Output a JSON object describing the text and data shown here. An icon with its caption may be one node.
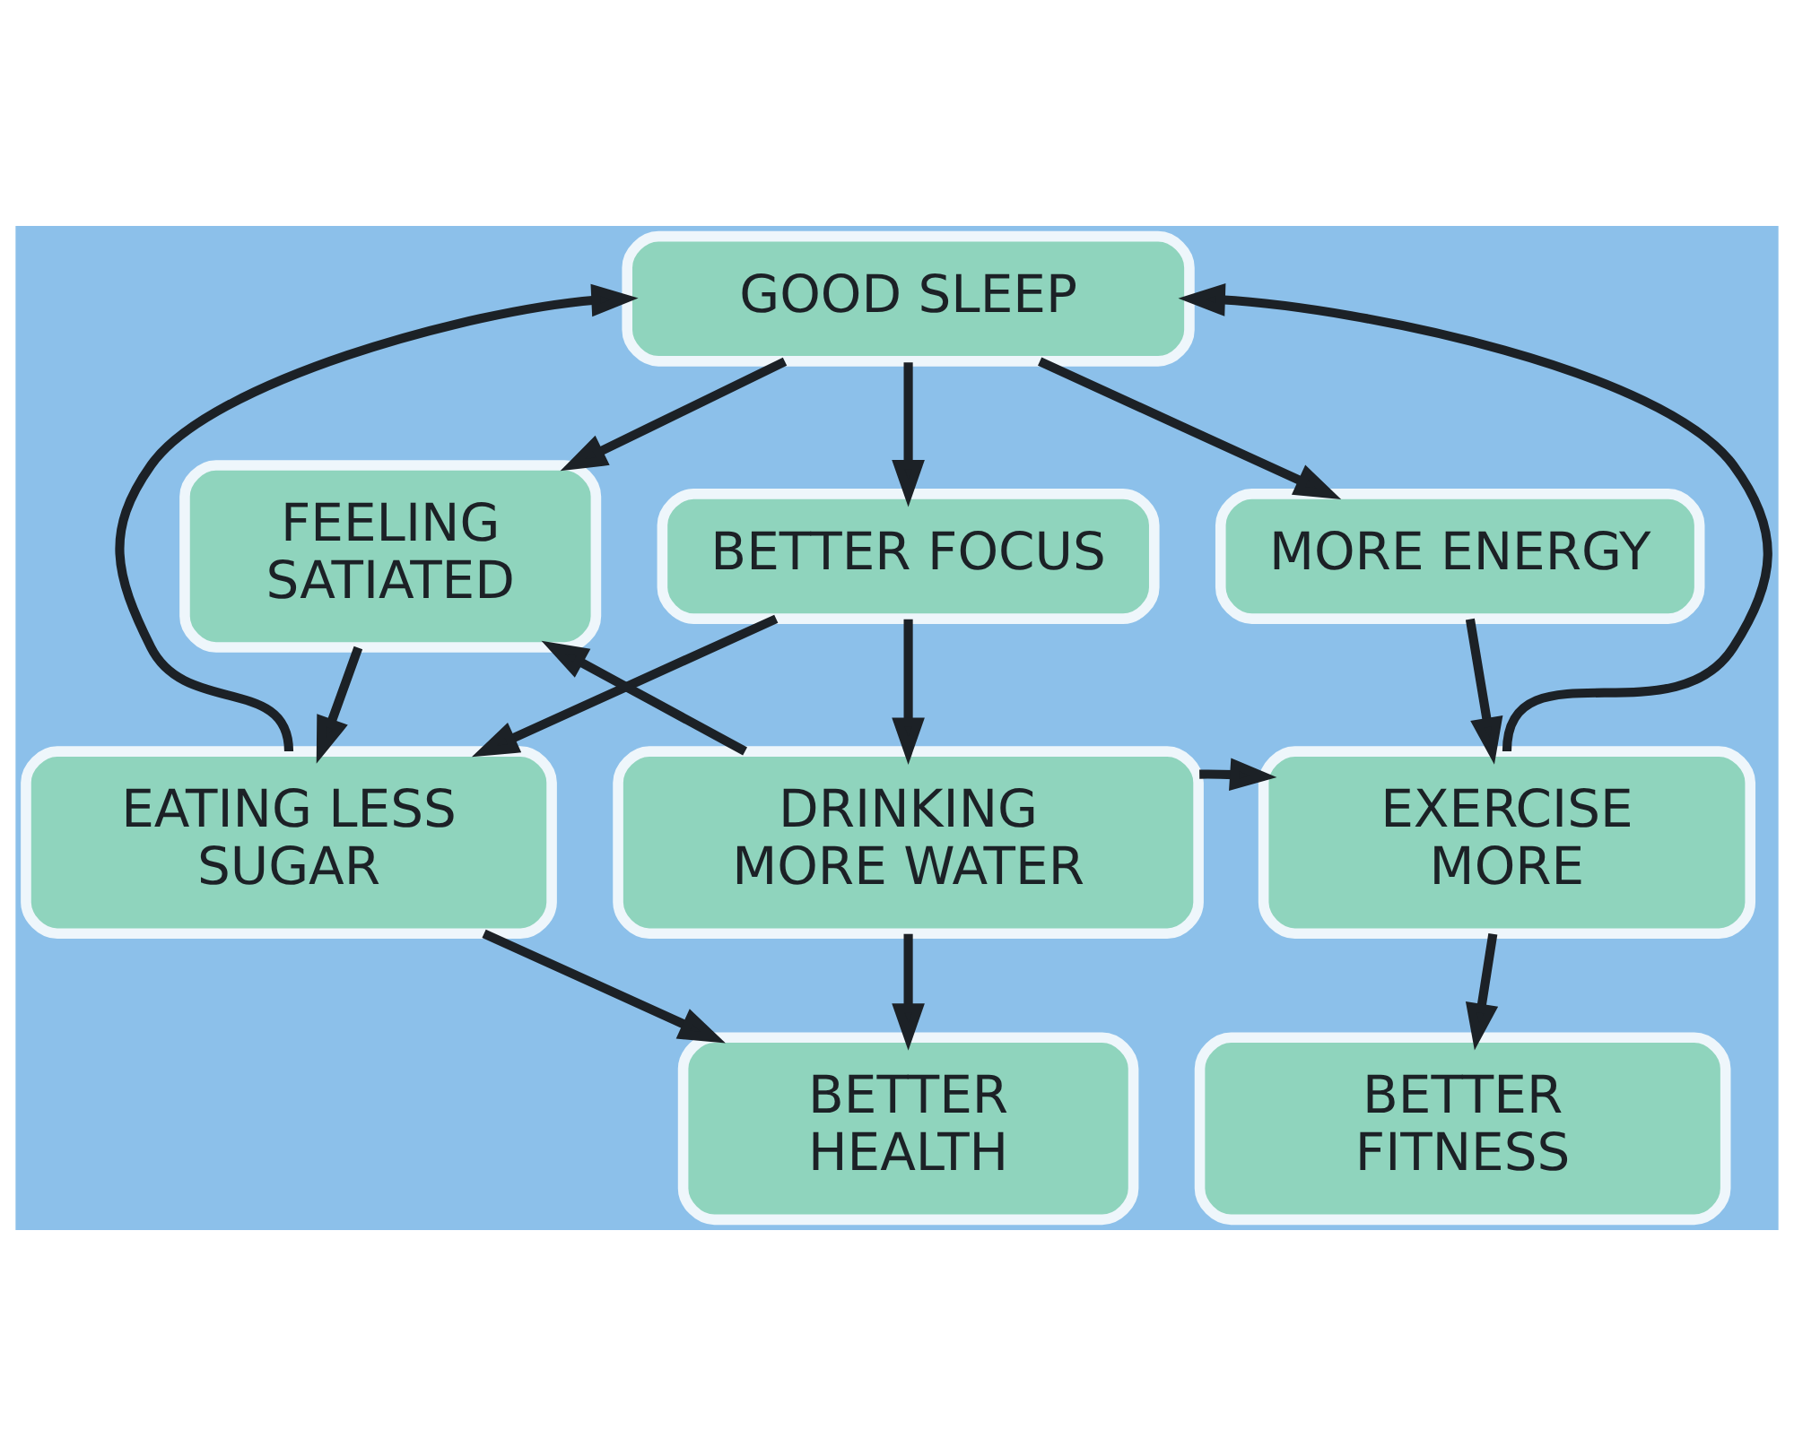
{
  "diagram": {
    "nodes": [
      {
        "text": [
          "GOOD SLEEP"
        ]
      },
      {
        "text": [
          "FEELING SATIATED"
        ]
      },
      {
        "text": [
          "BETTER FOCUS"
        ]
      },
      {
        "text": [
          "MORE ENERGY"
        ]
      },
      {
        "text": [
          "EATING LESS SUGAR"
        ]
      },
      {
        "text": [
          "DRINKING MORE WATER"
        ]
      },
      {
        "text": [
          "EXERCISE MORE"
        ]
      },
      {
        "text": [
          "BETTER HEALTH"
        ]
      },
      {
        "text": [
          "BETTER FITNESS"
        ]
      }
    ],
    "edges": [
      {
        "from": 0,
        "to": 1,
        "arrow": "to"
      },
      {
        "from": 0,
        "to": 2,
        "arrow": "to"
      },
      {
        "from": 0,
        "to": 3,
        "arrow": "to"
      },
      {
        "from": 4,
        "to": 0,
        "arrow": "to"
      },
      {
        "from": 6,
        "to": 0,
        "arrow": "to"
      },
      {
        "from": 1,
        "to": 4,
        "arrow": "to"
      },
      {
        "from": 2,
        "to": 4,
        "arrow": "to"
      },
      {
        "from": 5,
        "to": 1,
        "arrow": "to"
      },
      {
        "from": 2,
        "to": 5,
        "arrow": "to"
      },
      {
        "from": 3,
        "to": 6,
        "arrow": "to"
      },
      {
        "from": 5,
        "to": 6,
        "arrow": "to"
      },
      {
        "from": 4,
        "to": 7,
        "arrow": "to"
      },
      {
        "from": 5,
        "to": 7,
        "arrow": "to"
      },
      {
        "from": 6,
        "to": 8,
        "arrow": "to"
      }
    ]
  }
}
